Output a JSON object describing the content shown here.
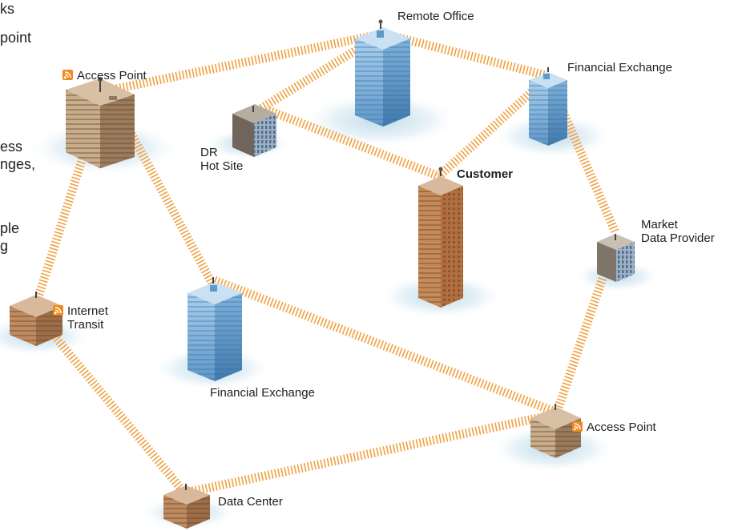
{
  "intro_text_fragments": [
    "ks",
    "point",
    "ess",
    "nges,",
    "ple",
    "g"
  ],
  "nodes": {
    "access_point_top": {
      "label": "Access Point",
      "wifi": true
    },
    "remote_office": {
      "label": "Remote Office"
    },
    "financial_exchange_top": {
      "label": "Financial Exchange"
    },
    "dr_hot_site": {
      "label": "DR\nHot Site"
    },
    "customer": {
      "label": "Customer"
    },
    "market_data_provider": {
      "label": "Market\nData Provider"
    },
    "internet_transit": {
      "label": "Internet\nTransit",
      "wifi": true
    },
    "financial_exchange_bottom": {
      "label": "Financial Exchange"
    },
    "access_point_bottom": {
      "label": "Access Point",
      "wifi": true
    },
    "data_center": {
      "label": "Data Center"
    }
  },
  "colors": {
    "link": "#f0a040",
    "blue_building": "#6fa9d6",
    "tan_building": "#b79674",
    "brown_building": "#c47a4a",
    "gray_building": "#8a7f74",
    "shadow": "#cfe3ee",
    "wifi": "#f08a1e"
  }
}
